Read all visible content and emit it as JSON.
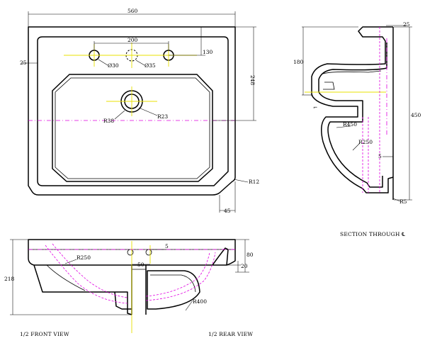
{
  "front": {
    "width": "560",
    "hole_spacing": "200",
    "left_margin": "25",
    "hole_offset": "130",
    "height_248": "248",
    "hole_dia_30": "Ø30",
    "hole_dia_35": "Ø35",
    "waste_r23": "R23",
    "waste_r38": "R38",
    "corner_r12": "R12",
    "corner_45": "45"
  },
  "section": {
    "top_25": "25",
    "depth_180": "180",
    "height_450": "450",
    "r450": "R450",
    "r250": "R250",
    "gap_5": "5",
    "r5": "R5",
    "caption": "SECTION THROUGH ℄"
  },
  "lower": {
    "dim_5": "5",
    "dim_50": "50",
    "r250": "R250",
    "dim_80": "80",
    "dim_20": "20",
    "dim_218": "218",
    "r400": "R400",
    "caption_front": "1/2 FRONT VIEW",
    "caption_rear": "1/2 REAR VIEW"
  },
  "colors": {
    "outline": "#000000",
    "centerline_magenta": "#e000e0",
    "centerline_yellow": "#e8e000"
  }
}
